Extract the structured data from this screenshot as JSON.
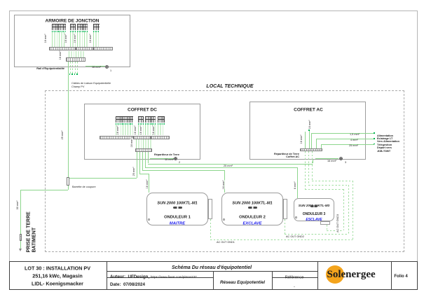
{
  "local_technique_label": "LOCAL TECHNIQUE",
  "armoire": {
    "title": "ARMOIRE DE JONCTION",
    "string_wire_sizes": [
      "16 mm²",
      "16 mm²",
      "16 mm²",
      "16 mm²"
    ],
    "bus_drop_size": "16 mm²",
    "rail_label": "Rail d'Equipotentialité",
    "earth_tap_size": "16 mm²",
    "earth_tap_index": "1",
    "cables_label_line1": "Câbles de Liaison Equipotentielle",
    "cables_label_line2": "Champ PV",
    "main_drop_size": "25 mm²"
  },
  "coffret_dc": {
    "title": "COFFRET DC",
    "string_wire_sizes": [
      "16 mm²",
      "16 mm²",
      "16 mm²",
      "16 mm²"
    ],
    "bus_drop_size": "16 mm²",
    "rail_label": "Répartiteur de Terre",
    "earth_tap_size": "10 mm²",
    "earth_tap_index": "2",
    "to_barrette_size": "25 mm²",
    "to_ac_size": "25 mm²"
  },
  "coffret_ac": {
    "title": "COFFRET AC",
    "rail_label_line1": "Répartiteur de Terre",
    "rail_label_line2": "Coffret AC",
    "earth_tap_size": "16 mm²",
    "earth_tap_index": "3",
    "incoming_size_top": "16 mm²",
    "incoming_size_side": "16 mm²",
    "outputs": [
      {
        "size": "1,5 mm²",
        "label_line1": "Alimentation",
        "label_line2": "Eclairage LT"
      },
      {
        "size": "4 mm²",
        "label_line1": "Vers Alimentation",
        "label_line2": "Télégestion"
      },
      {
        "size": "25 mm²",
        "label_line1": "Départ vers",
        "label_line2": "JDB-TGBT"
      }
    ]
  },
  "onduleurs": [
    {
      "model": "SUN 2000 100KTL-M1",
      "name": "ONDULEUR 1",
      "role": "MAITRE",
      "pe_size": "16 mm²",
      "gnd_label": "AC OUT GND1"
    },
    {
      "model": "SUN 2000 100KTL-M1",
      "name": "ONDULEUR 2",
      "role": "EXCLAVE",
      "pe_size": "16 mm²",
      "gnd_label": "AC OUT GND2"
    },
    {
      "model": "SUN 2000 30KTL-M3",
      "name": "ONDULEUR 3",
      "role": "ESCLAVE",
      "pe_size": "6 mm²",
      "gnd_label": "AC OUT GND3"
    }
  ],
  "earth": {
    "barrette_label": "Barrette de coupure",
    "conductor_size": "30 mm²",
    "prise_line1": "PRISE DE TERRE",
    "prise_line2": "BATIMENT"
  },
  "titleblock": {
    "project_line1": "LOT 30 : INSTALLATION PV",
    "project_line2": "251,16 kWc, Magasin",
    "project_line3": "LIDL- Koenigsmacker",
    "schema_title": "Schéma Du réseau d'équipotentiel",
    "auteur_label": "Auteur:",
    "auteur_name": "UFDesign,",
    "auteur_url": "https://www.fiverr.com/pitson237",
    "date_label": "Date:",
    "date_value": "07/08/2024",
    "network_label": "Réseau Equipotentiel",
    "reference_label": "Référence",
    "reference_value": "-",
    "logo_text": "Solenergee",
    "folio_label": "Folio 4"
  }
}
